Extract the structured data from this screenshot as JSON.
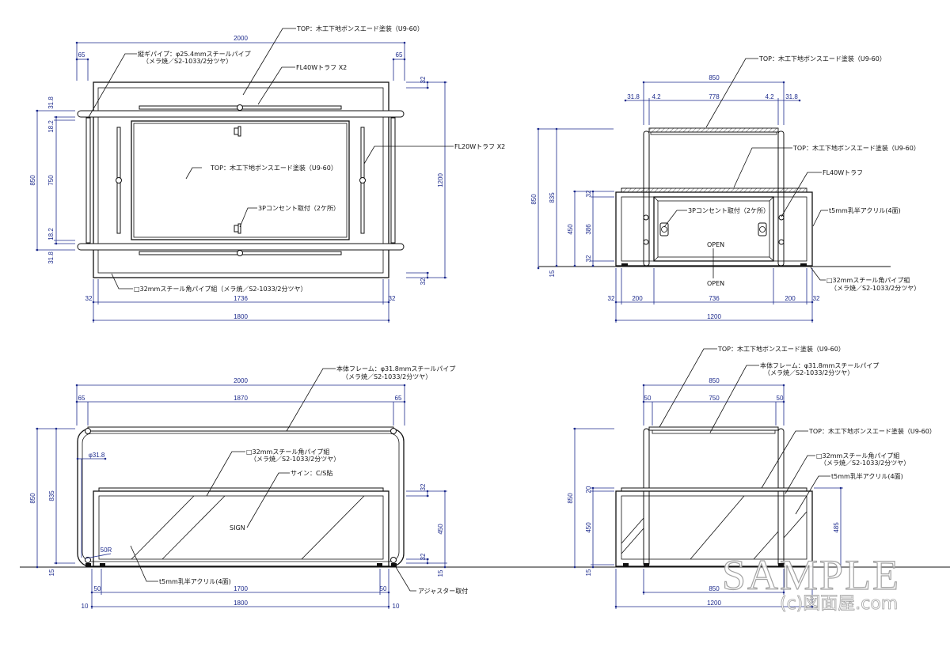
{
  "plan": {
    "dims": {
      "total": "2000",
      "m_left": "65",
      "m_right": "65",
      "d850": "850",
      "d31_8a": "31.8",
      "d18_2a": "18.2",
      "d750": "750",
      "d18_2b": "18.2",
      "d31_8b": "31.8",
      "d1200": "1200",
      "d32a": "32",
      "d32b": "32",
      "b32l": "32",
      "b1736": "1736",
      "b32r": "32",
      "b1800": "1800"
    },
    "notes": {
      "top_finish": "TOP：木工下地ボンスエード塗装（U9-60）",
      "pipe": "縦ギパイプ：φ25.4mmスチールパイプ",
      "pipe_finish": "（メラ焼／S2-1033/2分ツヤ）",
      "fl40": "FL40Wトラフ X2",
      "fl20": "FL20Wトラフ X2",
      "top_center": "TOP：木工下地ボンスエード塗装（U9-60）",
      "outlet": "3Pコンセント取付（2ケ所）",
      "square_pipe": "□32mmスチール角パイプ組（メラ焼／S2-1033/2分ツヤ）"
    }
  },
  "side_section": {
    "dims": {
      "w850": "850",
      "a31_8": "31.8",
      "a4_2": "4.2",
      "a778": "778",
      "b4_2": "4.2",
      "b31_8": "31.8",
      "h850": "850",
      "h835": "835",
      "h450": "450",
      "h32a": "32",
      "h386": "386",
      "h32b": "32",
      "h15": "15",
      "c32l": "32",
      "c200l": "200",
      "c736": "736",
      "c200r": "200",
      "c32r": "32",
      "c1200": "1200"
    },
    "notes": {
      "top_upper": "TOP：木工下地ボンスエード塗装（U9-60）",
      "top_lower": "TOP：木工下地ボンスエード塗装（U9-60）",
      "fl40": "FL40Wトラフ",
      "outlet": "3Pコンセント取付（2ケ所）",
      "acrylic": "t5mm乳半アクリル(4面)",
      "square_pipe": "□32mmスチール角パイプ組",
      "square_pipe_finish": "（メラ焼／S2-1033/2分ツヤ）",
      "open_top": "OPEN",
      "open_bottom": "OPEN"
    }
  },
  "front": {
    "dims": {
      "total": "2000",
      "m65l": "65",
      "m1870": "1870",
      "m65r": "65",
      "h850": "850",
      "h835": "835",
      "h15": "15",
      "phi": "φ31.8",
      "r50": "50R",
      "r32a": "32",
      "r450": "450",
      "r32b": "32",
      "r15": "15",
      "b50l": "50",
      "b1700": "1700",
      "b50r": "50",
      "b10l": "10",
      "b1800": "1800",
      "b10r": "10"
    },
    "notes": {
      "frame": "本体フレーム：φ31.8mmスチールパイプ",
      "frame_finish": "（メラ焼／S2-1033/2分ツヤ）",
      "square_pipe": "□32mmスチール角パイプ組",
      "square_pipe_finish": "（メラ焼／S2-1033/2分ツヤ）",
      "sign": "サイン：C/S貼",
      "sign_text": "SIGN",
      "acrylic": "t5mm乳半アクリル(4面)",
      "adjuster": "アジャスター取付"
    }
  },
  "side": {
    "dims": {
      "w850": "850",
      "a50": "50",
      "a750": "750",
      "b50": "50",
      "h850": "850",
      "h20": "20",
      "h450": "450",
      "h15": "15",
      "h485": "485",
      "c850": "850",
      "c1200": "1200"
    },
    "notes": {
      "top_upper": "TOP：木工下地ボンスエード塗装（U9-60）",
      "frame": "本体フレーム：φ31.8mmスチールパイプ",
      "frame_finish": "（メラ焼／S2-1033/2分ツヤ）",
      "top_lower": "TOP：木工下地ボンスエード塗装（U9-60）",
      "square_pipe": "□32mmスチール角パイプ組",
      "square_pipe_finish": "（メラ焼／S2-1033/2分ツヤ）",
      "acrylic": "t5mm乳半アクリル(4面)"
    }
  },
  "watermark": {
    "text": "SAMPLE",
    "credit": "(c)図面屋.com"
  }
}
